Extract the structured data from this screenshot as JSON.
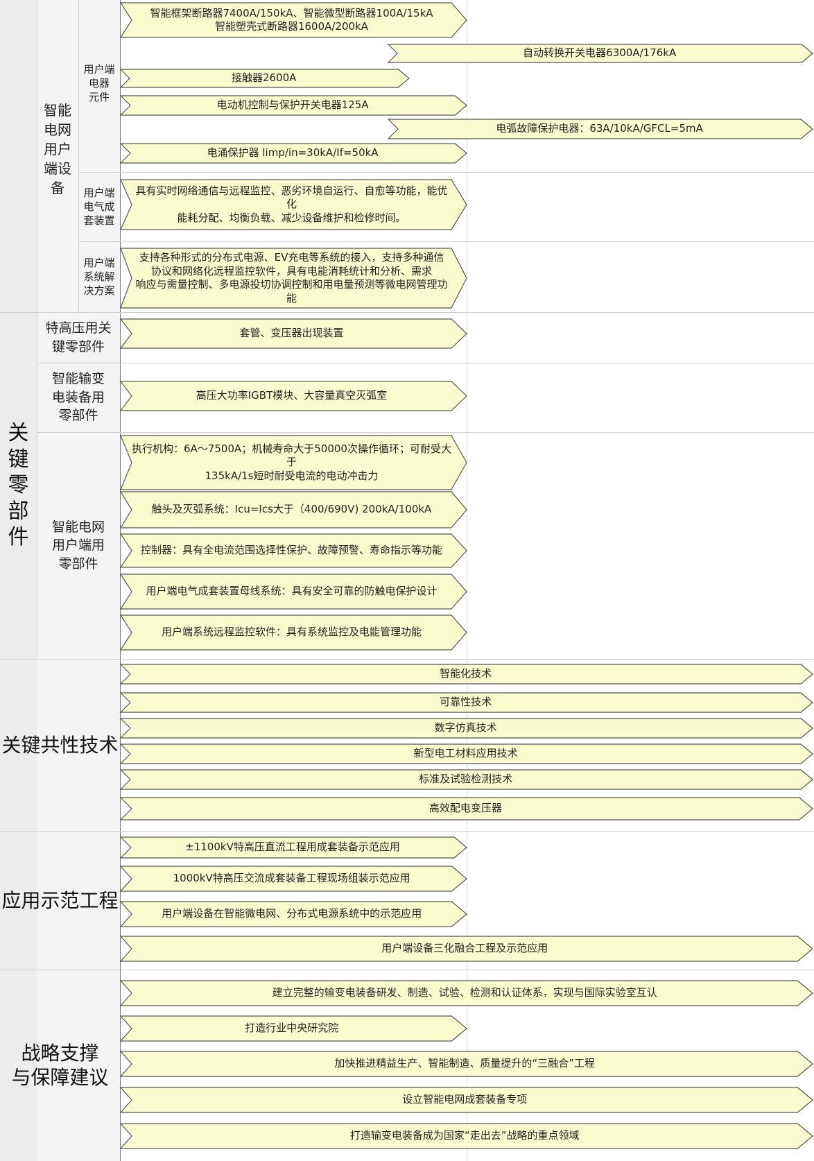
{
  "colors": {
    "arrow_fill": "#fbfbd0",
    "arrow_stroke": "#555555",
    "col_a_bg": "#ececec",
    "col_b_bg": "#f4f4f4",
    "grid": "#cfcfcf"
  },
  "sections": [
    {
      "label": "",
      "subgroups": [
        {
          "label": "智能\n电网\n用户\n端设\n备",
          "subsubs": [
            {
              "label": "用户端\n电器\n元件"
            },
            {
              "label": "用户端\n电气成\n套装置"
            },
            {
              "label": "用户端\n系统解\n决方案"
            }
          ]
        }
      ]
    },
    {
      "label": "关\n键\n零\n部\n件",
      "subgroups": [
        {
          "label": "特高压用关\n键零部件"
        },
        {
          "label": "智能输变\n电装备用\n零部件"
        },
        {
          "label": "智能电网\n用户端用\n零部件"
        }
      ]
    },
    {
      "label": "关键共性技术"
    },
    {
      "label": "应用示范工程"
    },
    {
      "label": "战略支撑\n与保障建议"
    }
  ],
  "arrows": [
    {
      "text": "智能框架断路器7400A/150kA、智能微型断路器100A/15kA\n智能塑壳式断路器1600A/200kA"
    },
    {
      "text": "自动转换开关电器6300A/176kA"
    },
    {
      "text": "接触器2600A"
    },
    {
      "text": "电动机控制与保护开关电器125A"
    },
    {
      "text": "电弧故障保护电器：63A/10kA/GFCL=5mA"
    },
    {
      "text": "电涌保护器 limp/in=30kA/If=50kA"
    },
    {
      "text": "具有实时网络通信与远程监控、恶劣环境自运行、自愈等功能，能优化\n能耗分配、均衡负载、减少设备维护和检修时间。"
    },
    {
      "text": "支持各种形式的分布式电源、EV充电等系统的接入，支持多种通信\n协议和网络化远程监控软件，具有电能消耗统计和分析、需求\n响应与需量控制、多电源投切协调控制和用电量预测等微电网管理功能"
    },
    {
      "text": "套管、变压器出现装置"
    },
    {
      "text": "高压大功率IGBT模块、大容量真空灭弧室"
    },
    {
      "text": "执行机构：6A～7500A；机械寿命大于50000次操作循环；可耐受大于\n135kA/1s短时耐受电流的电动冲击力"
    },
    {
      "text": "触头及灭弧系统：Icu=Ics大于（400/690V) 200kA/100kA"
    },
    {
      "text": "控制器：具有全电流范围选择性保护、故障预警、寿命指示等功能"
    },
    {
      "text": "用户端电气成套装置母线系统：具有安全可靠的防触电保护设计"
    },
    {
      "text": "用户端系统远程监控软件：具有系统监控及电能管理功能"
    },
    {
      "text": "智能化技术"
    },
    {
      "text": "可靠性技术"
    },
    {
      "text": "数字仿真技术"
    },
    {
      "text": "新型电工材料应用技术"
    },
    {
      "text": "标准及试验检测技术"
    },
    {
      "text": "高效配电变压器"
    },
    {
      "text": "±1100kV特高压直流工程用成套装备示范应用"
    },
    {
      "text": "1000kV特高压交流成套装备工程现场组装示范应用"
    },
    {
      "text": "用户端设备在智能微电网、分布式电源系统中的示范应用"
    },
    {
      "text": "用户端设备三化融合工程及示范应用"
    },
    {
      "text": "建立完整的输变电装备研发、制造、试验、检测和认证体系，实现与国际实验室互认"
    },
    {
      "text": "打造行业中央研究院"
    },
    {
      "text": "加快推进精益生产、智能制造、质量提升的“三融合”工程"
    },
    {
      "text": "设立智能电网成套装备专项"
    },
    {
      "text": "打造输变电装备成为国家“走出去”战略的重点领域"
    }
  ]
}
